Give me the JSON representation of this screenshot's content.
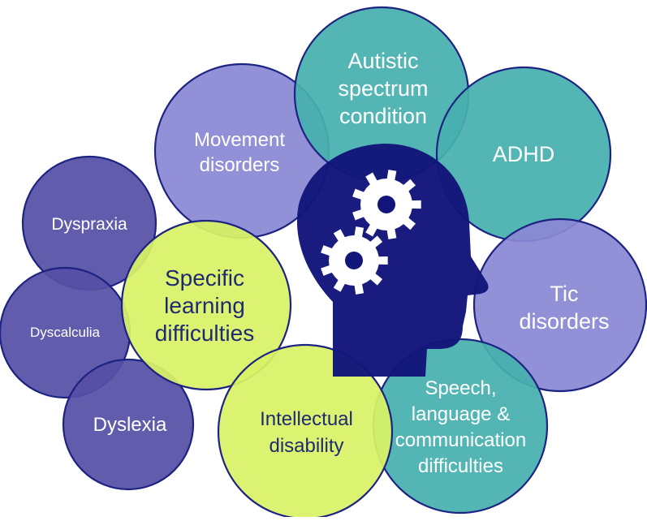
{
  "diagram": {
    "center": {
      "icon": "head-with-gears-icon"
    },
    "nodes": [
      {
        "id": "autistic",
        "label": "Autistic\nspectrum\ncondition",
        "color": "#47b0ae"
      },
      {
        "id": "adhd",
        "label": "ADHD",
        "color": "#47b0ae"
      },
      {
        "id": "movement",
        "label": "Movement\ndisorders",
        "color": "#8a88d4"
      },
      {
        "id": "tic",
        "label": "Tic\ndisorders",
        "color": "#8a88d4"
      },
      {
        "id": "slc",
        "label": "Speech,\nlanguage &\ncommunication\ndifficulties",
        "color": "#47b0ae"
      },
      {
        "id": "intellectual",
        "label": "Intellectual\ndisability",
        "color": "#d8f265"
      },
      {
        "id": "sld",
        "label": "Specific\nlearning\ndifficulties",
        "color": "#d8f265"
      },
      {
        "id": "dyspraxia",
        "label": "Dyspraxia",
        "color": "#5650a6"
      },
      {
        "id": "dyscalculia",
        "label": "Dyscalculia",
        "color": "#5650a6"
      },
      {
        "id": "dyslexia",
        "label": "Dyslexia",
        "color": "#5650a6"
      }
    ],
    "colors": {
      "outline": "#1d2382",
      "head": "#12157a",
      "gear": "#ffffff"
    }
  }
}
